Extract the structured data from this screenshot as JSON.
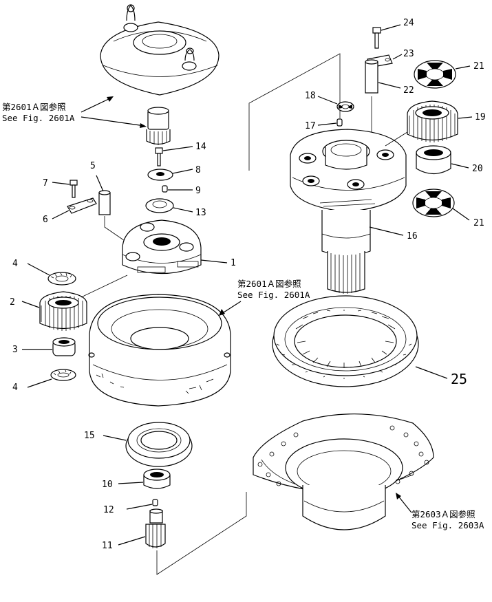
{
  "diagram": {
    "part_numbers": [
      "1",
      "2",
      "3",
      "4",
      "4",
      "5",
      "6",
      "7",
      "8",
      "9",
      "10",
      "11",
      "12",
      "13",
      "14",
      "15",
      "16",
      "17",
      "18",
      "19",
      "20",
      "21",
      "21",
      "22",
      "23",
      "24",
      "25"
    ],
    "references": [
      {
        "jp": "第2601Ａ図参照",
        "en": "See  Fig. 2601A"
      },
      {
        "jp": "第2601Ａ図参照",
        "en": "See  Fig. 2601A"
      },
      {
        "jp": "第2603Ａ図参照",
        "en": "See  Fig. 2603A"
      }
    ]
  },
  "colors": {
    "line": "#000000",
    "background": "#ffffff"
  }
}
